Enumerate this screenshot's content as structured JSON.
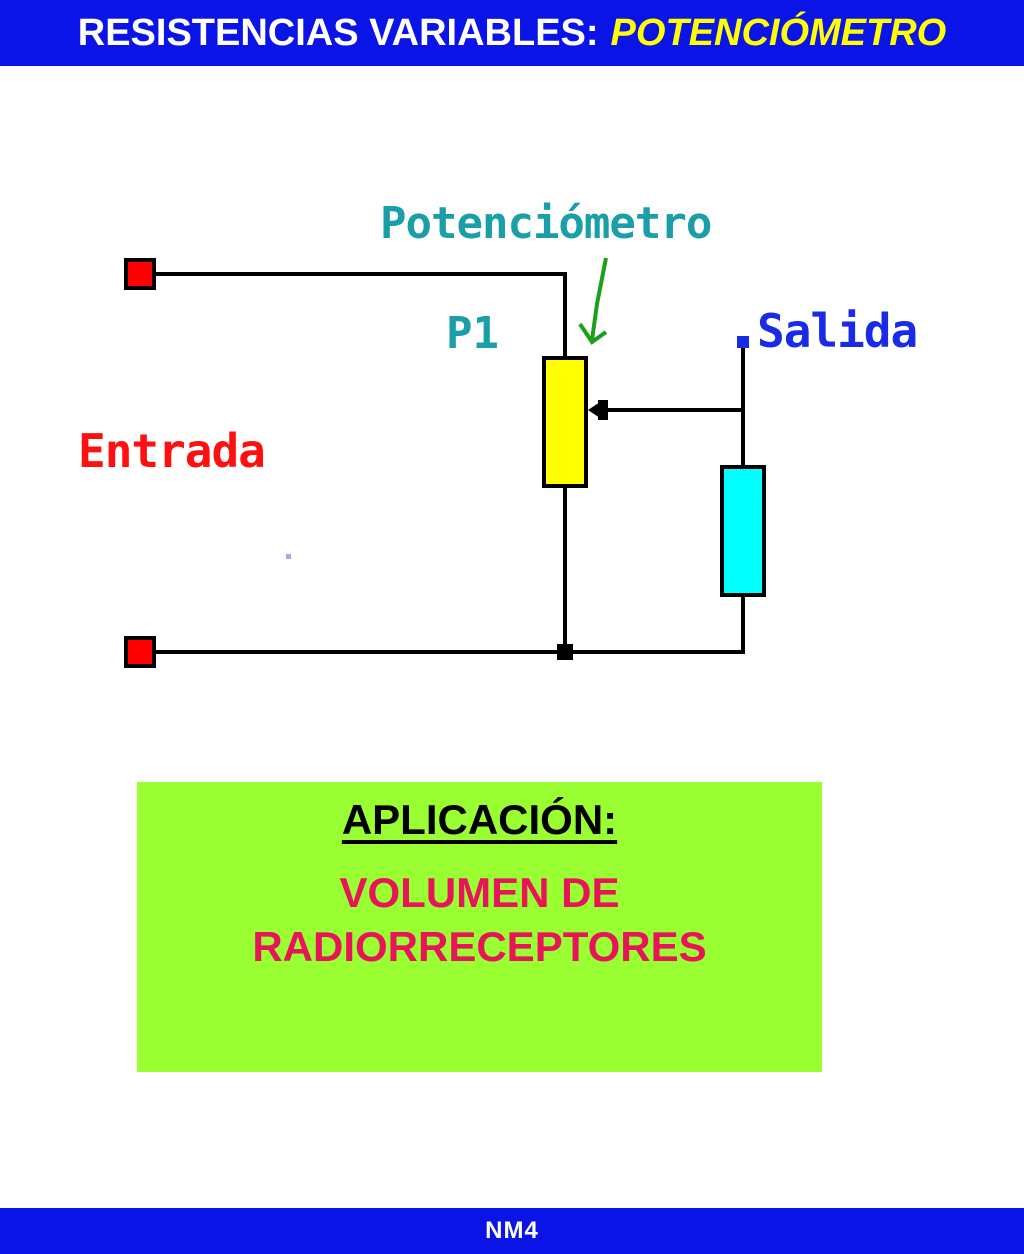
{
  "header": {
    "title_main": "RESISTENCIAS VARIABLES:",
    "title_accent": "POTENCIÓMETRO"
  },
  "diagram": {
    "label_potentiometer": "Potenciómetro",
    "label_p1": "P1",
    "label_output": "Salida",
    "label_input": "Entrada",
    "colors": {
      "wire": "#000000",
      "terminal": "#ff0000",
      "potentiometer_body": "#ffff00",
      "load_resistor": "#00ffff",
      "arrow": "#1aa01a"
    }
  },
  "application": {
    "title": "APLICACIÓN:",
    "line1": "VOLUMEN DE",
    "line2": "RADIORRECEPTORES"
  },
  "footer": {
    "label": "NM4"
  }
}
